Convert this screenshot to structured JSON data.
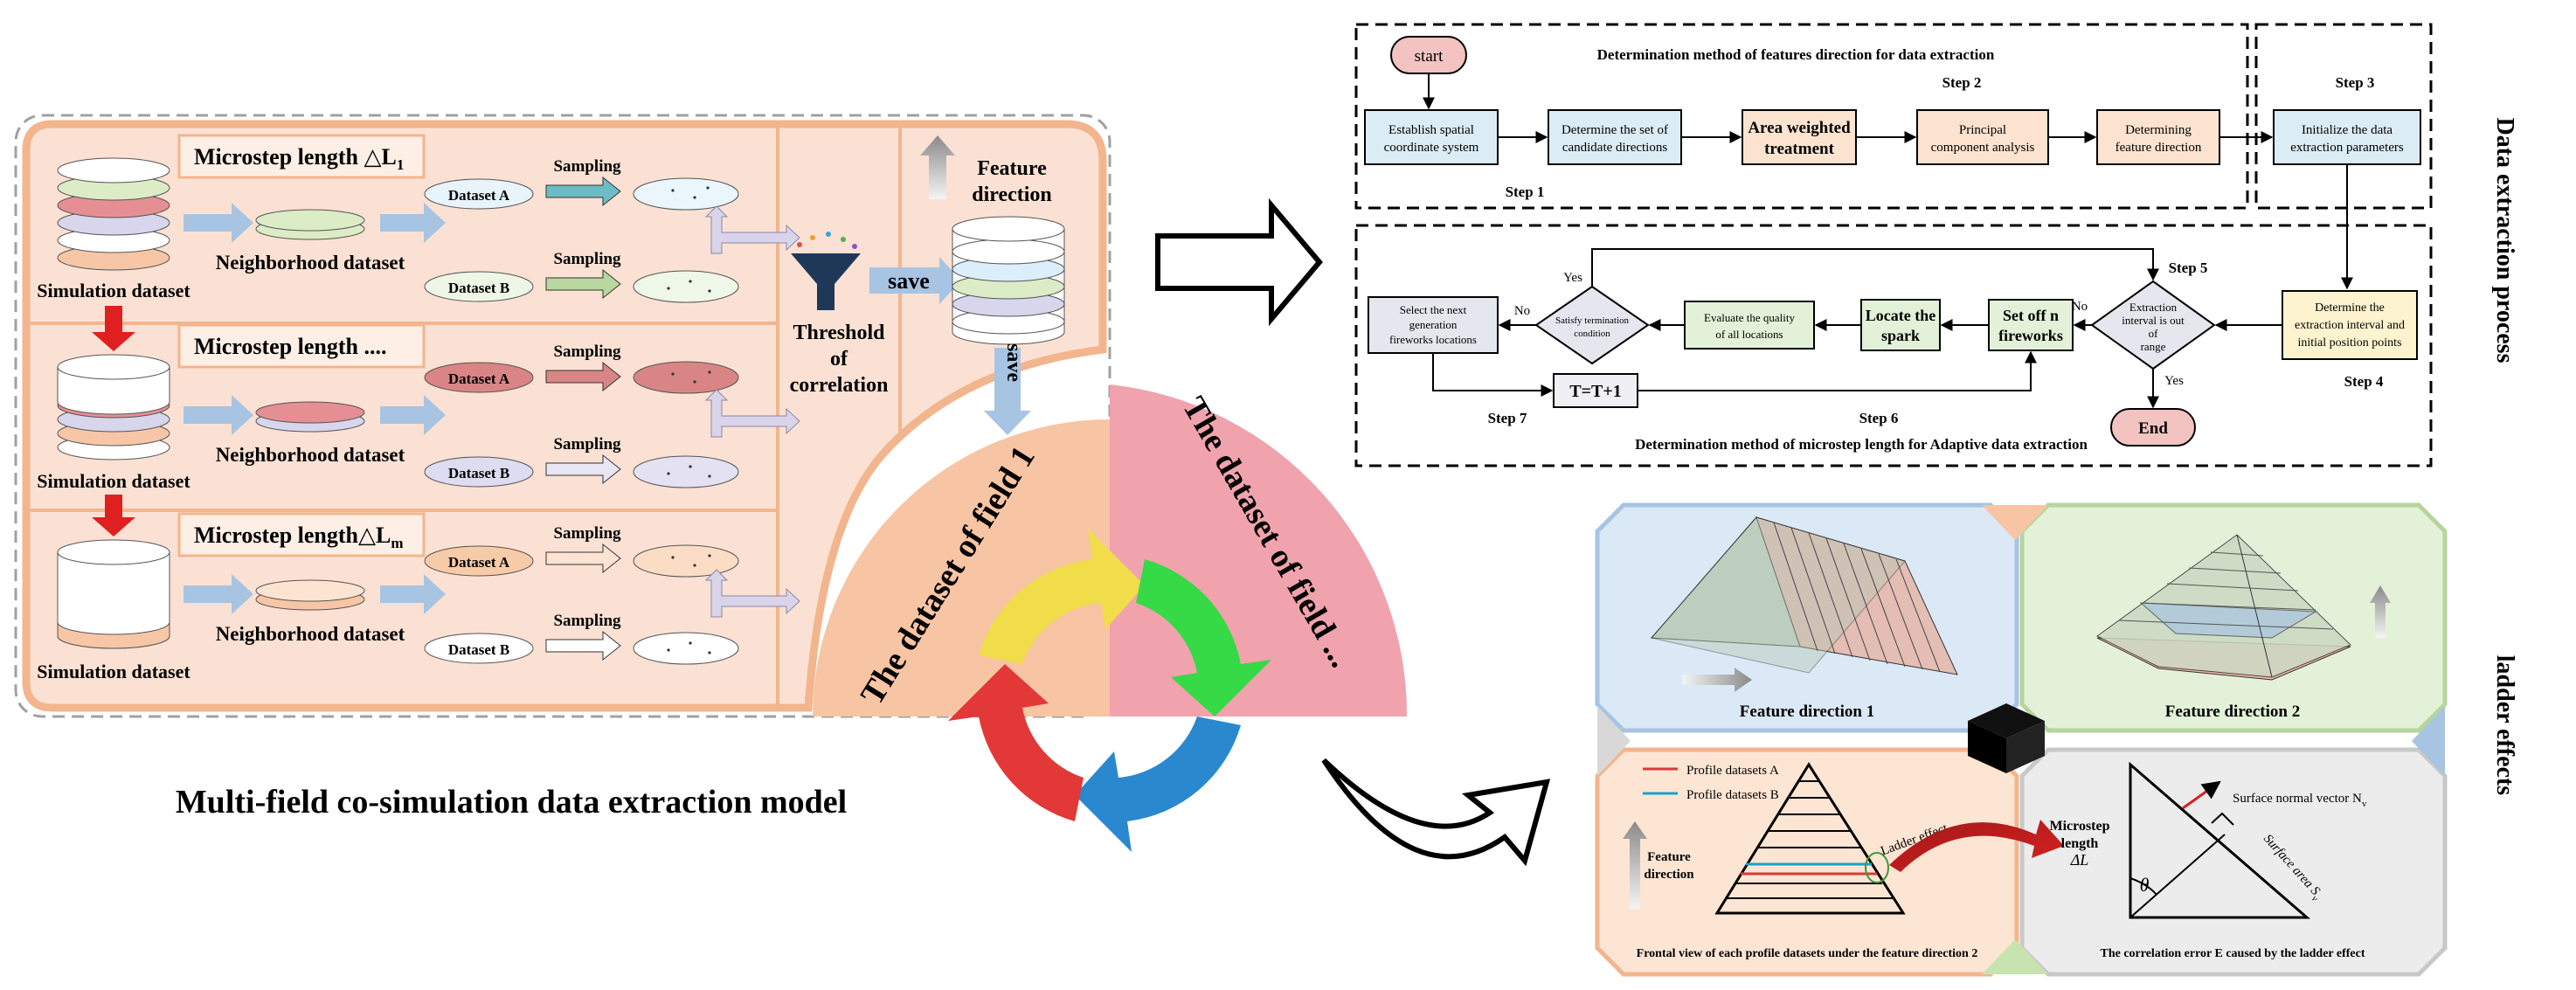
{
  "left_panel": {
    "title": "Multi-field co-simulation data extraction model",
    "rows": [
      {
        "microstep_label": "Microstep length  △L",
        "microstep_sub": "1",
        "neighborhood_label": "Neighborhood dataset",
        "simulation_label": "Simulation dataset",
        "dataset_a": "Dataset A",
        "dataset_b": "Dataset B",
        "sampling_a": "Sampling",
        "sampling_b": "Sampling"
      },
      {
        "microstep_label": "Microstep length   ....",
        "microstep_sub": "",
        "neighborhood_label": "Neighborhood dataset",
        "simulation_label": "Simulation dataset",
        "dataset_a": "Dataset A",
        "dataset_b": "Dataset B",
        "sampling_a": "Sampling",
        "sampling_b": "Sampling"
      },
      {
        "microstep_label": "Microstep length△L",
        "microstep_sub": "m",
        "neighborhood_label": "Neighborhood dataset",
        "simulation_label": "Simulation dataset",
        "dataset_a": "Dataset A",
        "dataset_b": "Dataset B",
        "sampling_a": "Sampling",
        "sampling_b": "Sampling"
      }
    ],
    "threshold_lines": [
      "Threshold",
      "of",
      "correlation"
    ],
    "save_right": "save",
    "save_down": "save",
    "feature_direction_lines": [
      "Feature",
      "direction"
    ],
    "field1_label": "The dataset of field 1",
    "field_more_label": "The dataset of field ..."
  },
  "flowchart": {
    "vertical_label": "Data extraction process",
    "top_title": "Determination method of features direction for data extraction",
    "bottom_title": "Determination method of microstep length for Adaptive data extraction",
    "start": "start",
    "end": "End",
    "step1": "Step 1",
    "step2": "Step 2",
    "step3": "Step 3",
    "step4": "Step 4",
    "step5": "Step 5",
    "step6": "Step 6",
    "step7": "Step 7",
    "box_spatial": [
      "Establish spatial",
      "coordinate system"
    ],
    "box_candidate": [
      "Determine the set of",
      "candidate directions"
    ],
    "box_area": [
      "Area weighted",
      "treatment"
    ],
    "box_pca": [
      "Principal",
      "component analysis"
    ],
    "box_feature": [
      "Determining",
      "feature direction"
    ],
    "box_init": [
      "Initialize the data",
      "extraction parameters"
    ],
    "box_determine_interval": [
      "Determine the",
      "extraction interval and",
      "initial position points"
    ],
    "diamond_interval": [
      "Extraction",
      "interval is out",
      "of",
      "range"
    ],
    "box_fireworks": [
      "Set off n",
      "fireworks"
    ],
    "box_spark": [
      "Locate the",
      "spark"
    ],
    "box_evaluate": [
      "Evaluate the quality",
      "of all locations"
    ],
    "diamond_satisfy": [
      "Satisfy termination",
      "condition"
    ],
    "box_select": [
      "Select the next",
      "generation",
      "fireworks locations"
    ],
    "box_counter": "T=T+1",
    "yes1": "Yes",
    "no1": "No",
    "yes2": "Yes",
    "no2": "No"
  },
  "ladder": {
    "vertical_label": "ladder effects",
    "fd1": "Feature direction 1",
    "fd2": "Feature direction 2",
    "legend_a": "Profile datasets  A",
    "legend_b": "Profile datasets  B",
    "feature_dir_lines": [
      "Feature",
      "direction"
    ],
    "ladder_effect": "Ladder effect",
    "frontal_caption": "Frontal view of each profile datasets  under the feature direction 2",
    "micro_lines": [
      "Microstep",
      "length",
      "ΔL"
    ],
    "theta": "θ",
    "surface_normal": "Surface normal vector  N",
    "surface_normal_sub": "v",
    "surface_area": "Surface area S",
    "surface_area_sub": "v",
    "error_caption": "The correlation error E caused by the ladder effect"
  },
  "colors": {
    "peach_bg": "#fbe1d3",
    "orange_border": "#f2b58d",
    "pink": "#f0a3ad",
    "salmon": "#f7c4a4",
    "blue_box": "#dcecf5",
    "peach_box": "#fbe3cf",
    "yellow_box": "#fdf3cf",
    "gray_box": "#e6e6ee",
    "end_fill": "#f2c3c0",
    "green_panel": "#e3f1d8",
    "blue_panel": "#dbe9f6",
    "gray_panel": "#ececec"
  }
}
